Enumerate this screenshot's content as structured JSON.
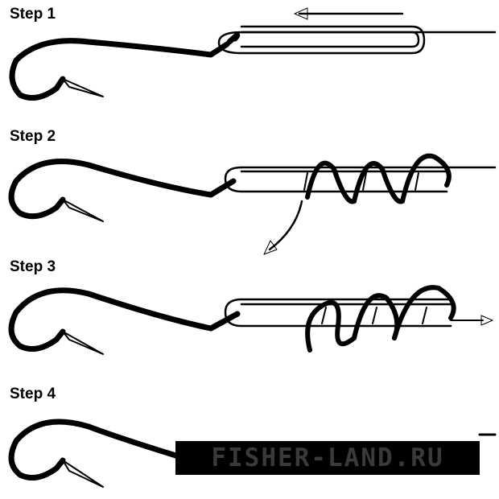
{
  "steps": [
    {
      "label": "Step 1"
    },
    {
      "label": "Step 2"
    },
    {
      "label": "Step 3"
    },
    {
      "label": "Step 4"
    }
  ],
  "watermark": {
    "text": "FISHER-LAND.RU"
  },
  "colors": {
    "ink": "#000000",
    "background": "#ffffff",
    "watermark_text": "#3a3a3a"
  }
}
